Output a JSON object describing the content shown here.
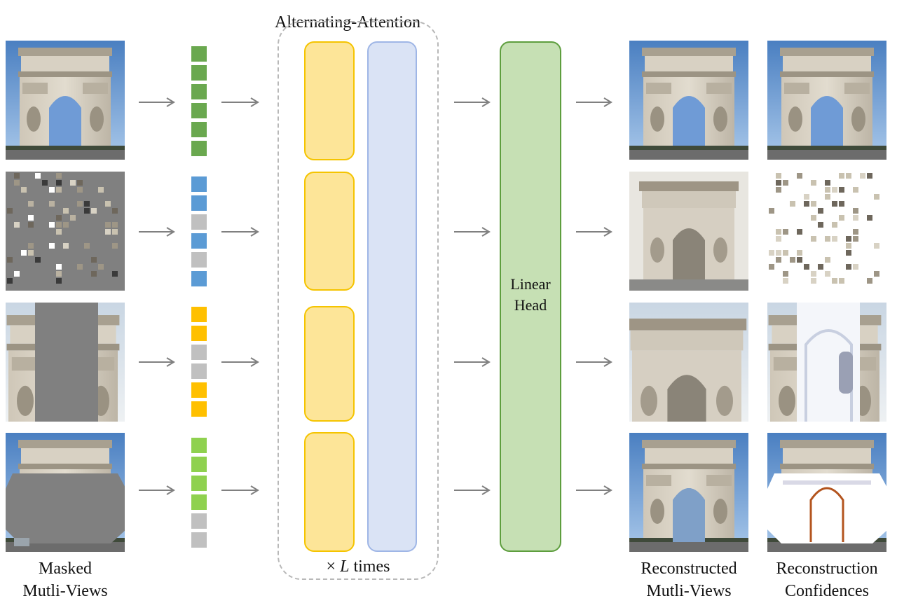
{
  "block_title": "Alternating-Attention",
  "repeat_label": "× L times",
  "head_label": "Linear Head",
  "captions": {
    "input": [
      "Masked",
      "Mutli-Views"
    ],
    "output": [
      "Reconstructed",
      "Mutli-Views"
    ],
    "confidence": [
      "Reconstruction",
      "Confidences"
    ]
  },
  "rows": [
    {
      "mask": "none",
      "tokens": [
        "#6aa84f",
        "#6aa84f",
        "#6aa84f",
        "#6aa84f",
        "#6aa84f",
        "#6aa84f"
      ]
    },
    {
      "mask": "random-patches",
      "tokens": [
        "#5b9bd5",
        "#5b9bd5",
        "#c0c0c0",
        "#5b9bd5",
        "#c0c0c0",
        "#5b9bd5"
      ]
    },
    {
      "mask": "vertical-block",
      "tokens": [
        "#ffc000",
        "#ffc000",
        "#c0c0c0",
        "#c0c0c0",
        "#ffc000",
        "#ffc000"
      ]
    },
    {
      "mask": "center-block",
      "tokens": [
        "#8fd14f",
        "#8fd14f",
        "#8fd14f",
        "#8fd14f",
        "#c0c0c0",
        "#c0c0c0"
      ]
    }
  ],
  "colors": {
    "arrow": "#808080",
    "attention_frame": "#fde598",
    "attention_global": "#dae3f5",
    "head": "#c6e0b4",
    "mask_gray": "#808080"
  }
}
